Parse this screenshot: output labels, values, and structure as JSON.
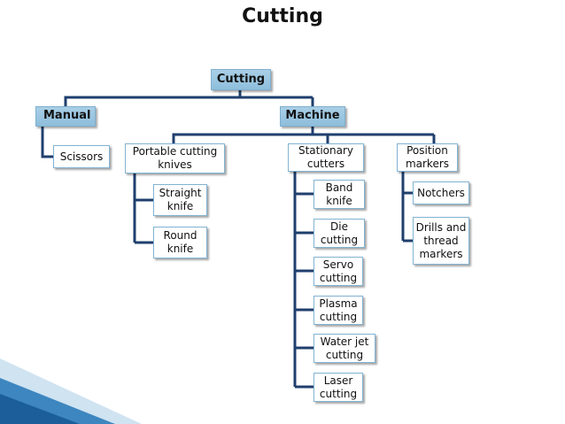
{
  "title": "Cutting",
  "root": {
    "label": "Cutting"
  },
  "manual": {
    "label": "Manual",
    "children": [
      "Scissors"
    ]
  },
  "machine": {
    "label": "Machine",
    "portable": {
      "label": "Portable cutting knives",
      "children": [
        "Straight knife",
        "Round knife"
      ]
    },
    "stationary": {
      "label": "Stationary cutters",
      "children": [
        "Band knife",
        "Die cutting",
        "Servo cutting",
        "Plasma cutting",
        "Water jet cutting",
        "Laser cutting"
      ]
    },
    "position": {
      "label": "Position markers",
      "children": [
        "Notchers",
        "Drills and thread markers"
      ]
    }
  },
  "colors": {
    "header_fill": "#9ec8e3",
    "connector": "#1f3f6e",
    "accent": "#1b6fa8"
  }
}
